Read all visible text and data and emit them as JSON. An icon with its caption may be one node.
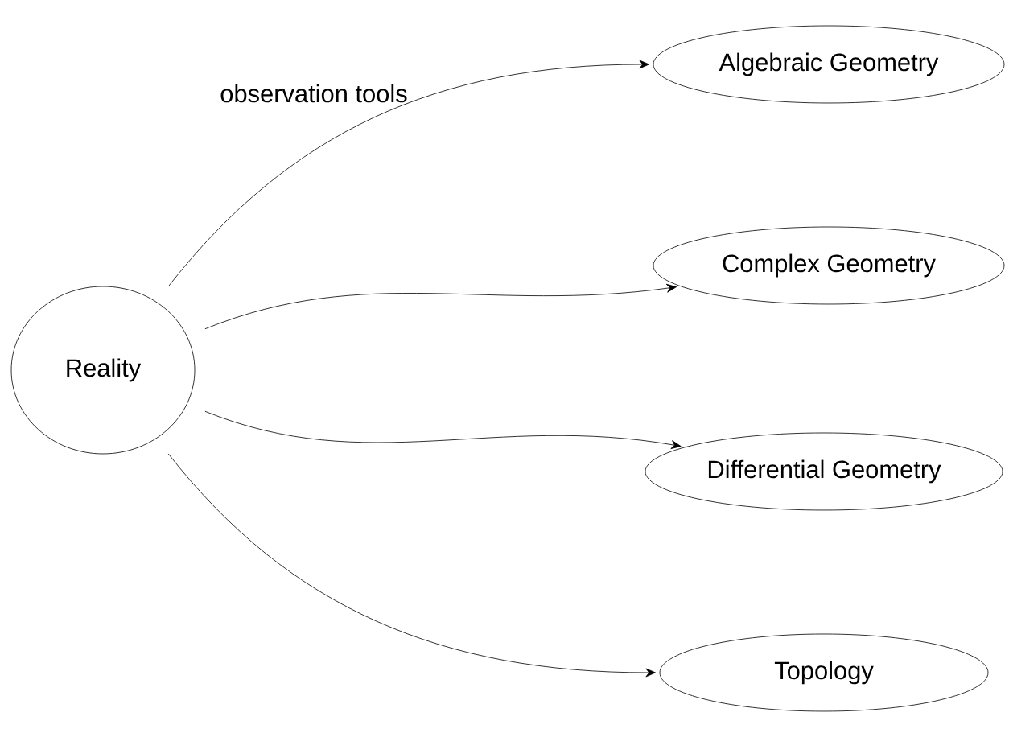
{
  "diagram": {
    "nodes": [
      {
        "text": [
          "Reality"
        ]
      },
      {
        "text": [
          "Algebraic Geometry"
        ]
      },
      {
        "text": [
          "Complex Geometry"
        ]
      },
      {
        "text": [
          "Differential Geometry"
        ]
      },
      {
        "text": [
          "Topology"
        ]
      }
    ],
    "edges": [
      {
        "from": 0,
        "to": 1,
        "arrow": "to"
      },
      {
        "from": 0,
        "to": 2,
        "arrow": "to"
      },
      {
        "from": 0,
        "to": 3,
        "arrow": "to"
      },
      {
        "from": 0,
        "to": 4,
        "arrow": "to"
      }
    ],
    "labels": [
      "observation tools"
    ]
  }
}
